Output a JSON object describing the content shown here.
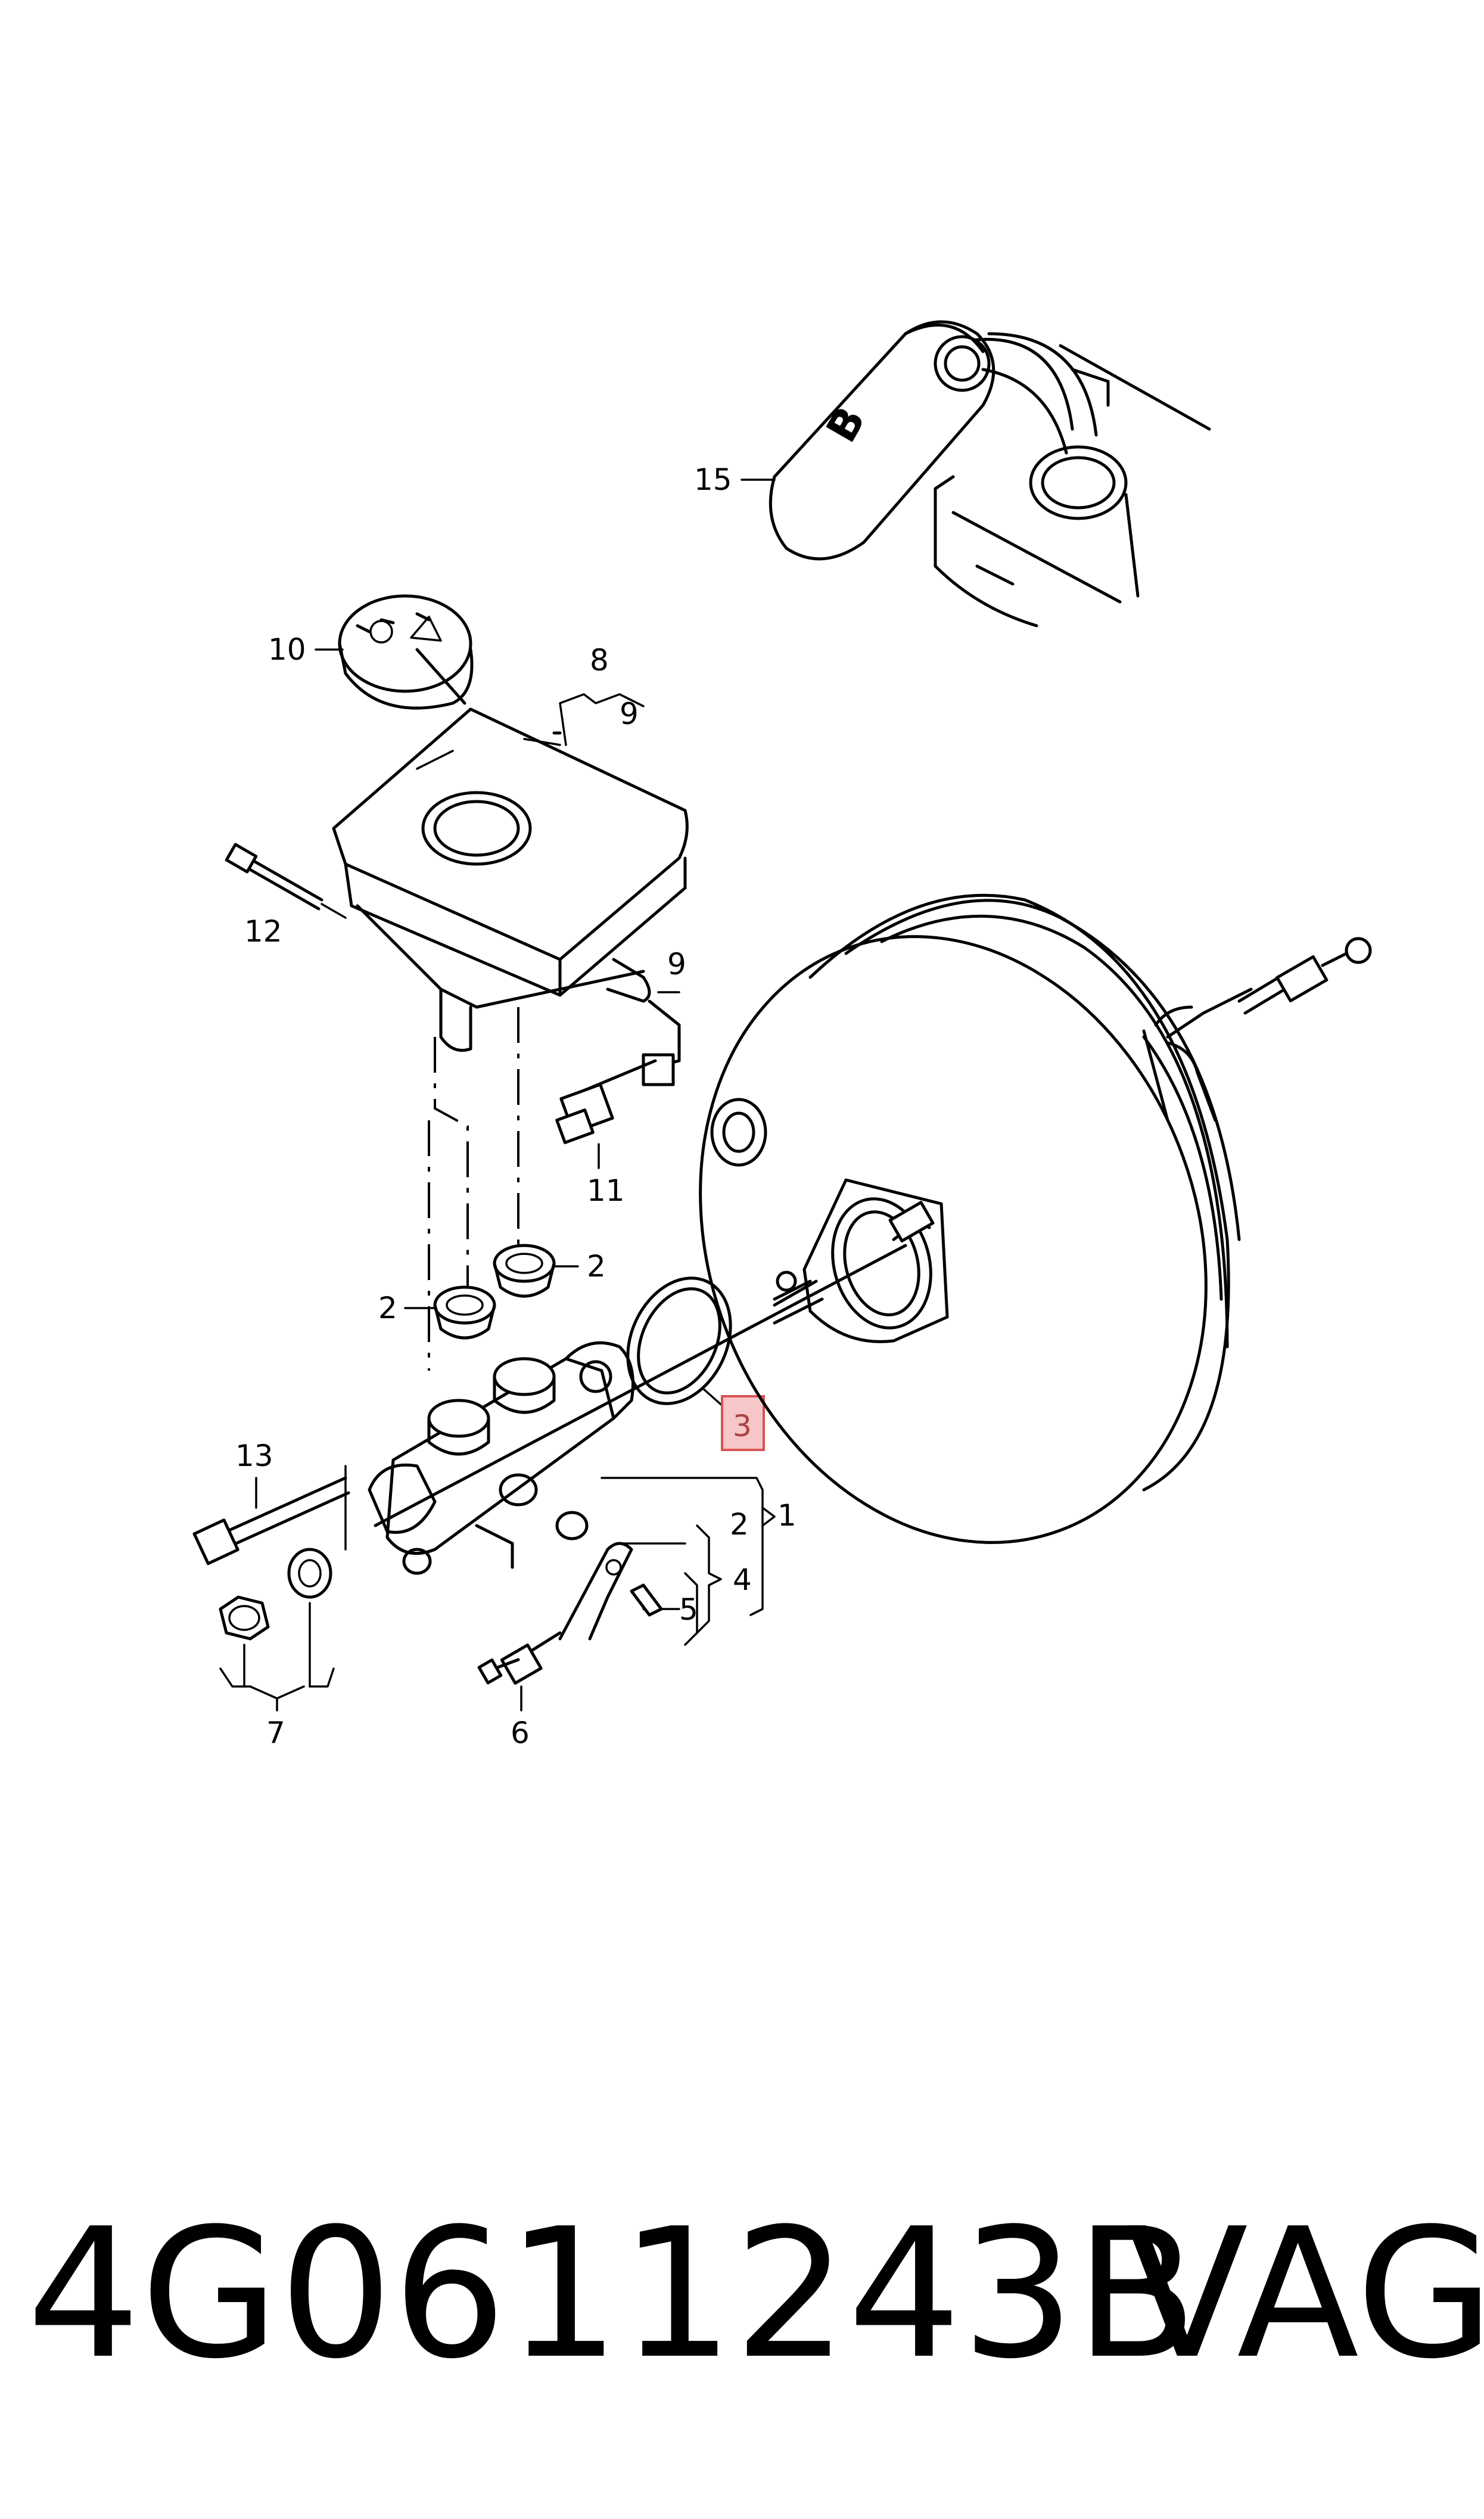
{
  "callouts": {
    "c1": "1",
    "c2a": "2",
    "c2b": "2",
    "c2c": "2",
    "c3": "3",
    "c4": "4",
    "c5": "5",
    "c6": "6",
    "c7": "7",
    "c8": "8",
    "c9a": "9",
    "c9b": "9",
    "c10": "10",
    "c11": "11",
    "c12": "12",
    "c13": "13",
    "c15": "15"
  },
  "cap_letter": "B",
  "footer": {
    "part_number": "4G0611243B",
    "brand": "VAG"
  },
  "colors": {
    "highlight_fill": "#f6c6c9",
    "highlight_stroke": "#d9534f"
  }
}
